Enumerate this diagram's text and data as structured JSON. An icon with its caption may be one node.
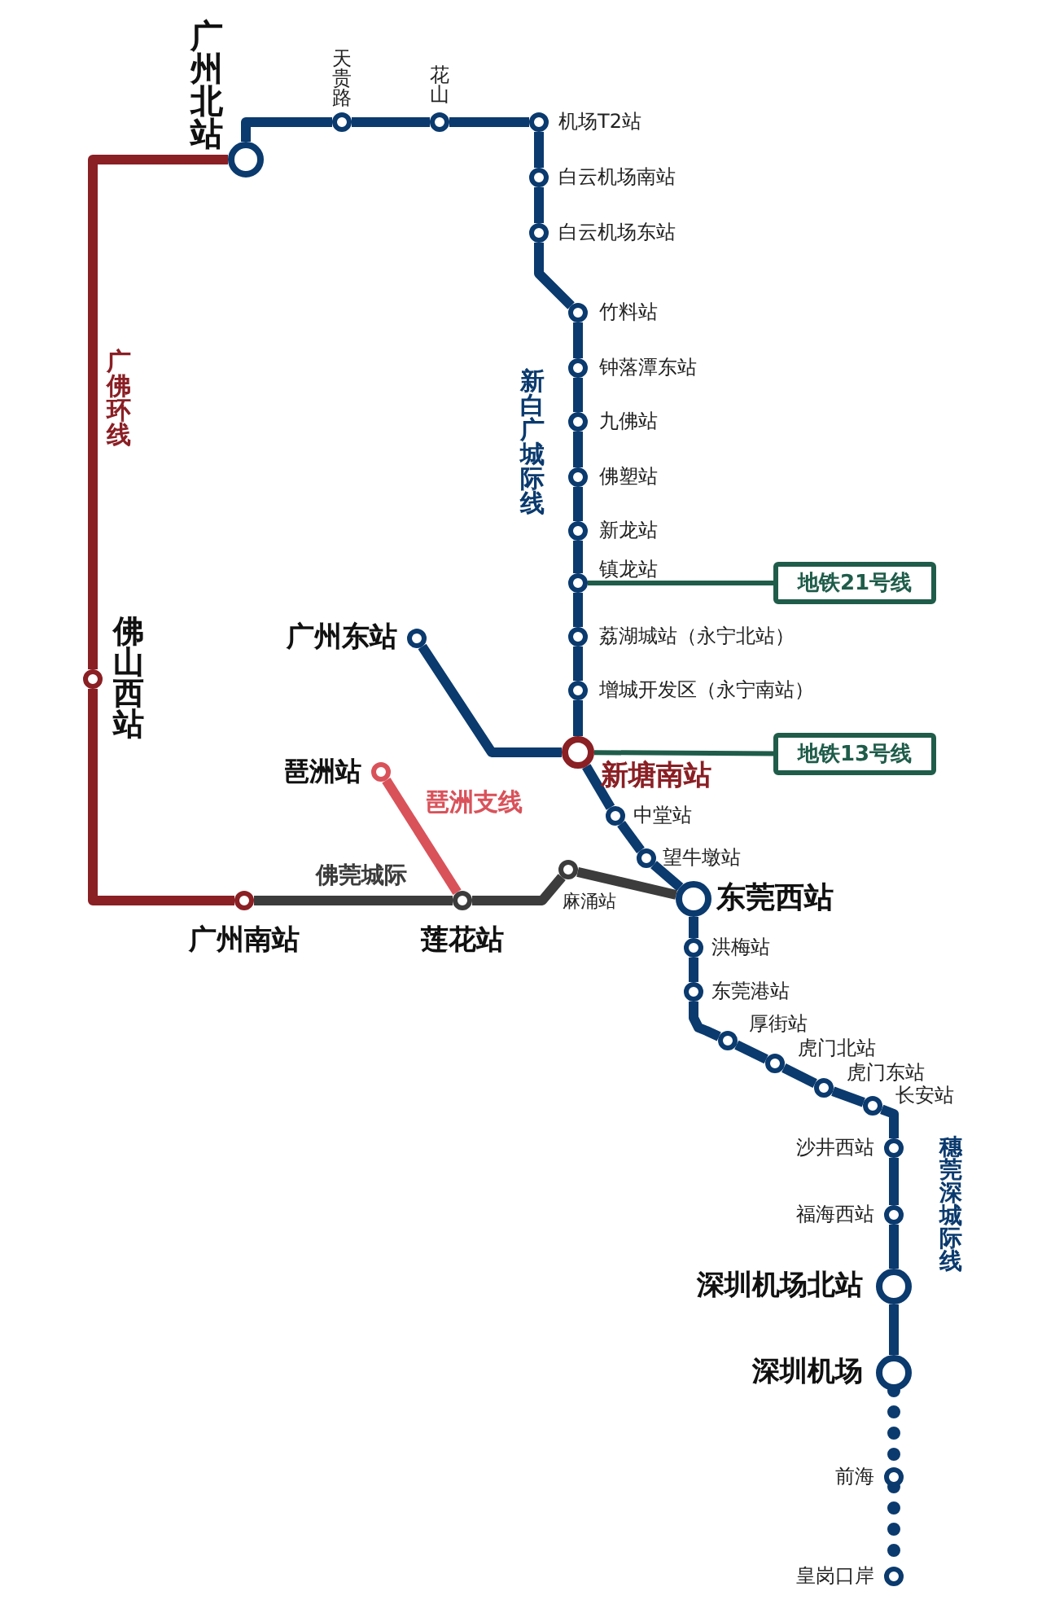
{
  "diagram": {
    "nodes": [
      {
        "text": [],
        "shape": "circle",
        "beside": [
          "广州北站"
        ]
      },
      {
        "text": [],
        "shape": "circle",
        "beside": [
          "天贵路"
        ]
      },
      {
        "text": [],
        "shape": "circle",
        "beside": [
          "花山"
        ]
      },
      {
        "text": [],
        "shape": "circle",
        "beside": [
          "机场T2站"
        ]
      },
      {
        "text": [],
        "shape": "circle",
        "beside": [
          "白云机场南站"
        ]
      },
      {
        "text": [],
        "shape": "circle",
        "beside": [
          "白云机场东站"
        ]
      },
      {
        "text": [],
        "shape": "circle",
        "beside": [
          "竹料站"
        ]
      },
      {
        "text": [],
        "shape": "circle",
        "beside": [
          "钟落潭东站"
        ]
      },
      {
        "text": [],
        "shape": "circle",
        "beside": [
          "九佛站"
        ]
      },
      {
        "text": [],
        "shape": "circle",
        "beside": [
          "佛塑站"
        ]
      },
      {
        "text": [],
        "shape": "circle",
        "beside": [
          "新龙站"
        ]
      },
      {
        "text": [],
        "shape": "circle",
        "beside": [
          "镇龙站"
        ]
      },
      {
        "text": [],
        "shape": "circle",
        "beside": [
          "荔湖城站（永宁北站）"
        ]
      },
      {
        "text": [],
        "shape": "circle",
        "beside": [
          "增城开发区（永宁南站）"
        ]
      },
      {
        "text": [],
        "shape": "circle",
        "beside": [
          "新塘南站"
        ]
      },
      {
        "text": [],
        "shape": "circle",
        "beside": [
          "中堂站"
        ]
      },
      {
        "text": [],
        "shape": "circle",
        "beside": [
          "望牛墩站"
        ]
      },
      {
        "text": [],
        "shape": "circle",
        "beside": [
          "东莞西站"
        ]
      },
      {
        "text": [],
        "shape": "circle",
        "beside": [
          "洪梅站"
        ]
      },
      {
        "text": [],
        "shape": "circle",
        "beside": [
          "东莞港站"
        ]
      },
      {
        "text": [],
        "shape": "circle",
        "beside": [
          "厚街站"
        ]
      },
      {
        "text": [],
        "shape": "circle",
        "beside": [
          "虎门北站"
        ]
      },
      {
        "text": [],
        "shape": "circle",
        "beside": [
          "虎门东站"
        ]
      },
      {
        "text": [],
        "shape": "circle",
        "beside": [
          "长安站"
        ]
      },
      {
        "text": [],
        "shape": "circle",
        "beside": [
          "沙井西站"
        ]
      },
      {
        "text": [],
        "shape": "circle",
        "beside": [
          "福海西站"
        ]
      },
      {
        "text": [],
        "shape": "circle",
        "beside": [
          "深圳机场北站"
        ]
      },
      {
        "text": [],
        "shape": "circle",
        "beside": [
          "深圳机场"
        ]
      },
      {
        "text": [],
        "shape": "circle",
        "beside": [
          "前海"
        ]
      },
      {
        "text": [],
        "shape": "circle",
        "beside": [
          "皇岗口岸"
        ]
      },
      {
        "text": [],
        "shape": "circle",
        "beside": [
          "广州东站"
        ]
      },
      {
        "text": [],
        "shape": "circle",
        "beside": [
          "琶洲站"
        ]
      },
      {
        "text": [],
        "shape": "circle",
        "beside": [
          "莲花站"
        ]
      },
      {
        "text": [],
        "shape": "circle",
        "beside": [
          "麻涌站"
        ]
      },
      {
        "text": [],
        "shape": "circle",
        "beside": [
          "广州南站"
        ]
      },
      {
        "text": [],
        "shape": "circle",
        "beside": [
          "佛山西站"
        ]
      },
      {
        "text": [
          "地铁21号线"
        ]
      },
      {
        "text": [
          "地铁13号线"
        ]
      }
    ],
    "edges": [
      {
        "from": 0,
        "to": 1,
        "arrow": "none"
      },
      {
        "from": 1,
        "to": 2,
        "arrow": "none"
      },
      {
        "from": 2,
        "to": 3,
        "arrow": "none"
      },
      {
        "from": 3,
        "to": 4,
        "arrow": "none"
      },
      {
        "from": 4,
        "to": 5,
        "arrow": "none"
      },
      {
        "from": 5,
        "to": 6,
        "arrow": "none"
      },
      {
        "from": 6,
        "to": 7,
        "arrow": "none"
      },
      {
        "from": 7,
        "to": 8,
        "arrow": "none"
      },
      {
        "from": 8,
        "to": 9,
        "arrow": "none"
      },
      {
        "from": 9,
        "to": 10,
        "arrow": "none"
      },
      {
        "from": 10,
        "to": 11,
        "arrow": "none"
      },
      {
        "from": 11,
        "to": 12,
        "arrow": "none"
      },
      {
        "from": 12,
        "to": 13,
        "arrow": "none"
      },
      {
        "from": 13,
        "to": 14,
        "arrow": "none"
      },
      {
        "from": 14,
        "to": 15,
        "arrow": "none"
      },
      {
        "from": 15,
        "to": 16,
        "arrow": "none"
      },
      {
        "from": 16,
        "to": 17,
        "arrow": "none"
      },
      {
        "from": 17,
        "to": 18,
        "arrow": "none"
      },
      {
        "from": 18,
        "to": 19,
        "arrow": "none"
      },
      {
        "from": 19,
        "to": 20,
        "arrow": "none"
      },
      {
        "from": 20,
        "to": 21,
        "arrow": "none"
      },
      {
        "from": 21,
        "to": 22,
        "arrow": "none"
      },
      {
        "from": 22,
        "to": 23,
        "arrow": "none"
      },
      {
        "from": 23,
        "to": 24,
        "arrow": "none"
      },
      {
        "from": 24,
        "to": 25,
        "arrow": "none"
      },
      {
        "from": 25,
        "to": 26,
        "arrow": "none"
      },
      {
        "from": 26,
        "to": 27,
        "arrow": "none"
      },
      {
        "from": 27,
        "to": 28,
        "arrow": "none",
        "style": "dashed"
      },
      {
        "from": 28,
        "to": 29,
        "arrow": "none",
        "style": "dashed"
      },
      {
        "from": 30,
        "to": 14,
        "arrow": "none"
      },
      {
        "from": 31,
        "to": 32,
        "arrow": "none",
        "color": "#d9525a"
      },
      {
        "from": 34,
        "to": 32,
        "arrow": "none",
        "color": "#3c3c3c"
      },
      {
        "from": 32,
        "to": 33,
        "arrow": "none",
        "color": "#3c3c3c"
      },
      {
        "from": 33,
        "to": 17,
        "arrow": "none",
        "color": "#3c3c3c"
      },
      {
        "from": 0,
        "to": 35,
        "arrow": "none",
        "color": "#8a1f24"
      },
      {
        "from": 35,
        "to": 34,
        "arrow": "none",
        "color": "#8a1f24"
      },
      {
        "from": 11,
        "to": 36,
        "arrow": "none",
        "color": "#1f5c4a"
      },
      {
        "from": 14,
        "to": 37,
        "arrow": "none",
        "color": "#1f5c4a"
      }
    ],
    "labels": [
      "广佛环线",
      "新白广城际线",
      "琶洲支线",
      "佛莞城际",
      "穗莞深城际线"
    ]
  }
}
